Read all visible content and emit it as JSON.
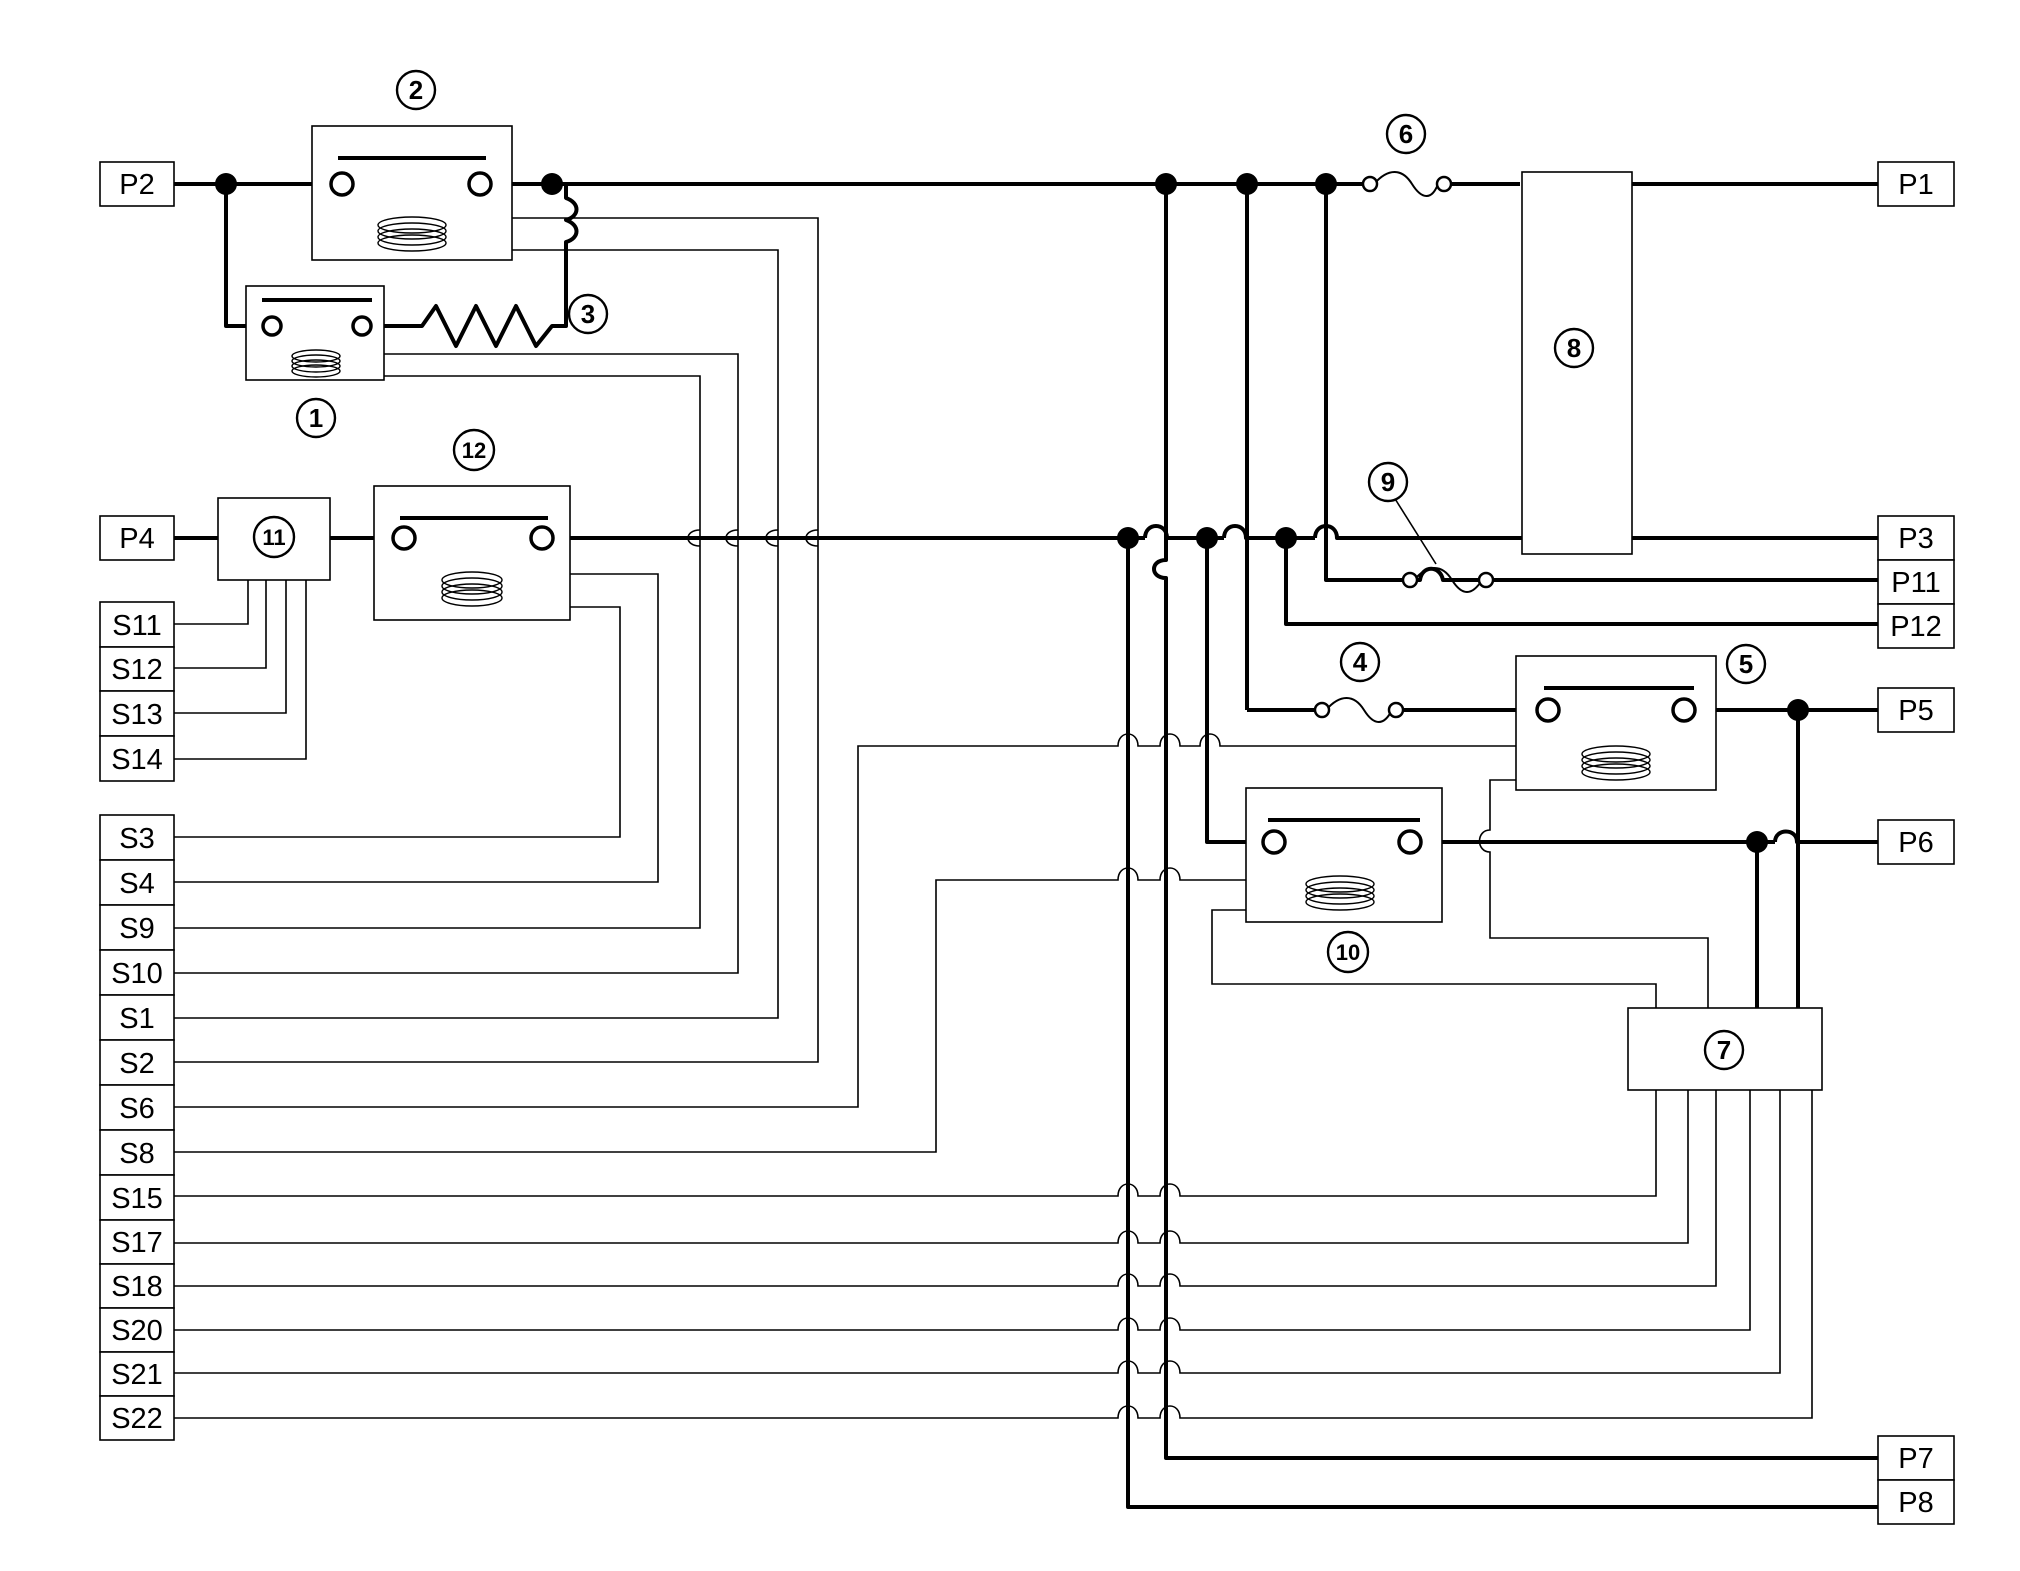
{
  "terminals": {
    "P1": "P1",
    "P2": "P2",
    "P3": "P3",
    "P4": "P4",
    "P5": "P5",
    "P6": "P6",
    "P7": "P7",
    "P8": "P8",
    "P11": "P11",
    "P12": "P12",
    "S1": "S1",
    "S2": "S2",
    "S3": "S3",
    "S4": "S4",
    "S6": "S6",
    "S8": "S8",
    "S9": "S9",
    "S10": "S10",
    "S11": "S11",
    "S12": "S12",
    "S13": "S13",
    "S14": "S14",
    "S15": "S15",
    "S17": "S17",
    "S18": "S18",
    "S20": "S20",
    "S21": "S21",
    "S22": "S22"
  },
  "components": {
    "c1": "1",
    "c2": "2",
    "c3": "3",
    "c4": "4",
    "c5": "5",
    "c6": "6",
    "c7": "7",
    "c8": "8",
    "c9": "9",
    "c10": "10",
    "c11": "11",
    "c12": "12"
  }
}
